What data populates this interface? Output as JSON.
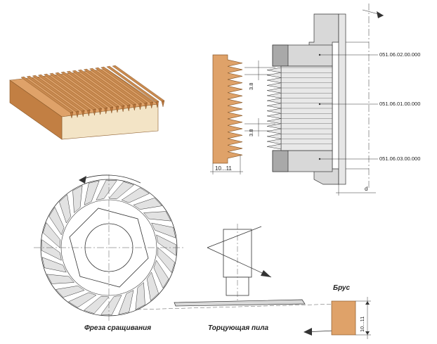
{
  "labels": {
    "part_top": "051.06.02.00.000",
    "part_mid": "051.06.01.00.000",
    "part_bottom": "051.06.03.00.000",
    "dim_pitch_upper": "3.8",
    "dim_pitch_lower": "3.8",
    "dim_width": "10...11",
    "dim_d": "d",
    "dim_bar_height": "10...11",
    "bar_label": "Брус",
    "cutter_caption": "Фреза сращивания",
    "saw_caption": "Торцующая пила"
  },
  "colors": {
    "wood": "#dfa269",
    "wood_dark": "#b8743a",
    "wood_end": "#f3e4c6",
    "steel": "#d8d8d8",
    "steel_dark": "#a9a9a9",
    "line": "#333333"
  }
}
